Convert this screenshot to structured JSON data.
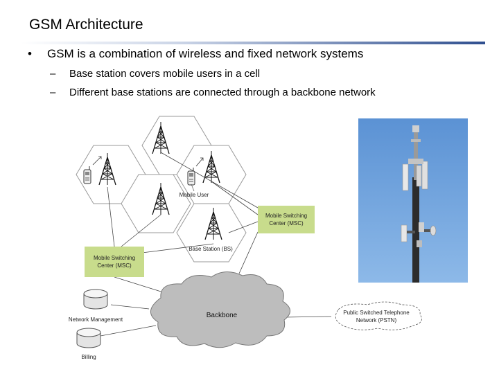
{
  "slide": {
    "title": "GSM Architecture",
    "bullet": {
      "marker": "•",
      "text": "GSM is a combination of wireless and fixed network systems"
    },
    "subbullets": [
      {
        "marker": "–",
        "text": "Base station covers mobile users in a cell"
      },
      {
        "marker": "–",
        "text": "Different base stations are connected through a backbone network"
      }
    ]
  },
  "diagram": {
    "labels": {
      "mobile_user": "Mobile User",
      "base_station": "Base Station (BS)",
      "msc_right_line1": "Mobile Switching",
      "msc_right_line2": "Center (MSC)",
      "msc_left_line1": "Mobile Switching",
      "msc_left_line2": "Center (MSC)",
      "backbone": "Backbone",
      "pstn_line1": "Public Switched Telephone",
      "pstn_line2": "Network (PSTN)",
      "network_management": "Network Management",
      "billing": "Billing"
    },
    "colors": {
      "msc_box": "#c8dc8c",
      "cloud": "#bdbdbd",
      "hex_fill": "#ffffff",
      "sky": "#6fa0d8"
    }
  }
}
